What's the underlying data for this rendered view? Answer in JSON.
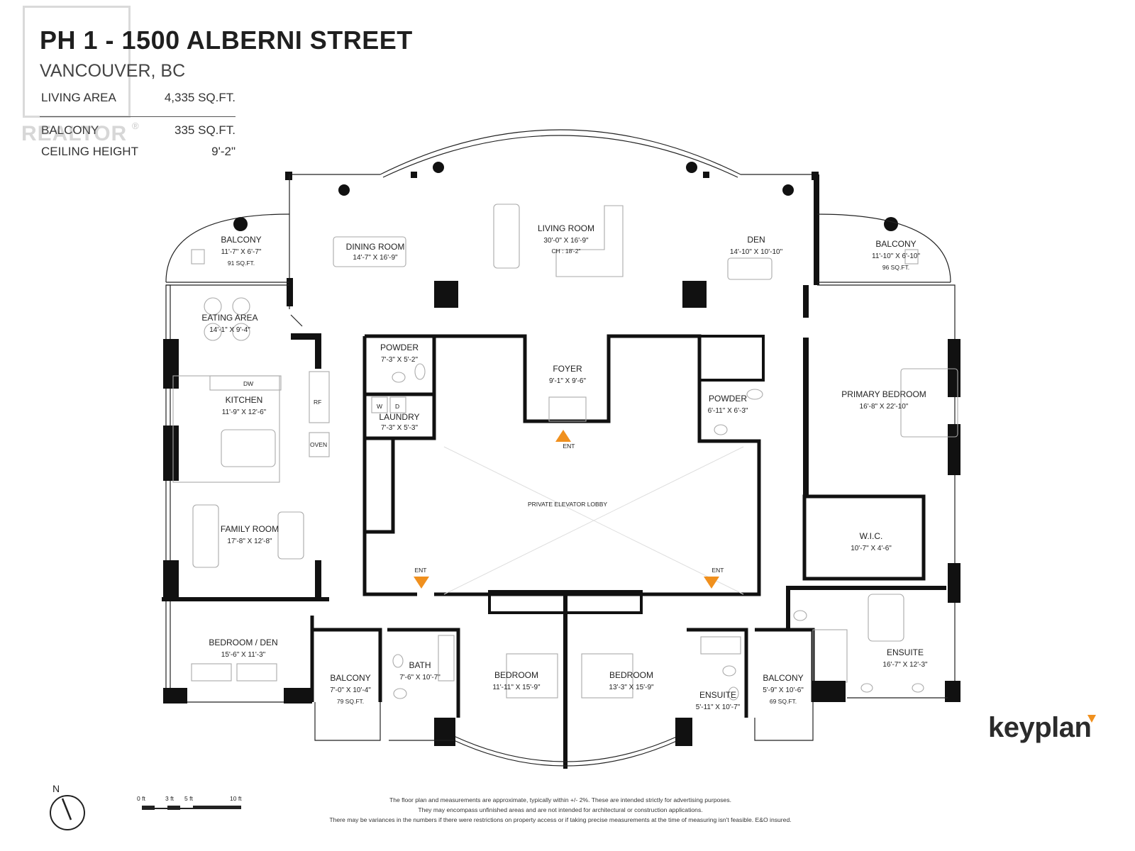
{
  "header": {
    "title": "PH 1 - 1500 ALBERNI STREET",
    "city": "VANCOUVER, BC",
    "stats": [
      {
        "label": "LIVING AREA",
        "value": "4,335 SQ.FT."
      },
      {
        "label": "BALCONY",
        "value": "335 SQ.FT."
      },
      {
        "label": "CEILING HEIGHT",
        "value": "9'-2\""
      }
    ]
  },
  "watermark": {
    "text": "REALTOR",
    "mark": "®"
  },
  "rooms": {
    "balcony_nw": {
      "name": "BALCONY",
      "dims": "11'-7\" X 6'-7\"",
      "area": "91 SQ.FT."
    },
    "dining": {
      "name": "DINING ROOM",
      "dims": "14'-7\" X 16'-9\""
    },
    "living": {
      "name": "LIVING ROOM",
      "dims": "30'-0\" X 16'-9\"",
      "ceiling": "CH : 18'-2\""
    },
    "den": {
      "name": "DEN",
      "dims": "14'-10\" X 10'-10\""
    },
    "balcony_ne": {
      "name": "BALCONY",
      "dims": "11'-10\" X 6'-10\"",
      "area": "96 SQ.FT."
    },
    "eating": {
      "name": "EATING AREA",
      "dims": "14'-1\" X 9'-4\""
    },
    "powder_w": {
      "name": "POWDER",
      "dims": "7'-3\" X 5'-2\""
    },
    "foyer": {
      "name": "FOYER",
      "dims": "9'-1\" X 9'-6\""
    },
    "powder_e": {
      "name": "POWDER",
      "dims": "6'-11\" X 6'-3\""
    },
    "kitchen": {
      "name": "KITCHEN",
      "dims": "11'-9\" X 12'-6\""
    },
    "laundry": {
      "name": "LAUNDRY",
      "dims": "7'-3\" X 5'-3\""
    },
    "primary": {
      "name": "PRIMARY BEDROOM",
      "dims": "16'-8\" X 22'-10\""
    },
    "lobby": {
      "name": "PRIVATE ELEVATOR LOBBY"
    },
    "family": {
      "name": "FAMILY ROOM",
      "dims": "17'-8\" X 12'-8\""
    },
    "wic": {
      "name": "W.I.C.",
      "dims": "10'-7\" X 4'-6\""
    },
    "bedroom_den": {
      "name": "BEDROOM / DEN",
      "dims": "15'-6\" X 11'-3\""
    },
    "balcony_sw": {
      "name": "BALCONY",
      "dims": "7'-0\" X 10'-4\"",
      "area": "79 SQ.FT."
    },
    "bath": {
      "name": "BATH",
      "dims": "7'-6\" X 10'-7\""
    },
    "bedroom1": {
      "name": "BEDROOM",
      "dims": "11'-11\" X 15'-9\""
    },
    "bedroom2": {
      "name": "BEDROOM",
      "dims": "13'-3\" X 15'-9\""
    },
    "ensuite_s": {
      "name": "ENSUITE",
      "dims": "5'-11\" X 10'-7\""
    },
    "balcony_se": {
      "name": "BALCONY",
      "dims": "5'-9\" X 10'-6\"",
      "area": "69 SQ.FT."
    },
    "ensuite_p": {
      "name": "ENSUITE",
      "dims": "16'-7\" X 12'-3\""
    }
  },
  "appliances": {
    "dw": "DW",
    "rf": "RF",
    "oven": "OVEN",
    "washer": "W",
    "dryer": "D"
  },
  "entries": {
    "label": "ENT"
  },
  "compass": {
    "label": "N"
  },
  "scale": {
    "labels": [
      "0 ft",
      "3 ft",
      "5 ft",
      "10 ft"
    ]
  },
  "disclaimer": [
    "The floor plan and measurements are approximate, typically within +/- 2%. These are intended strictly for advertising purposes.",
    "They may encompass unfinished areas and are not intended for architectural or construction applications.",
    "There may be variances in the numbers if there were restrictions on property access or if taking precise measurements at the time of measuring isn't feasible. E&O insured."
  ],
  "brand": {
    "logo": "keyplan",
    "accent": "#f0901e"
  },
  "colors": {
    "wall": "#111111",
    "entry_marker": "#f0901e"
  }
}
